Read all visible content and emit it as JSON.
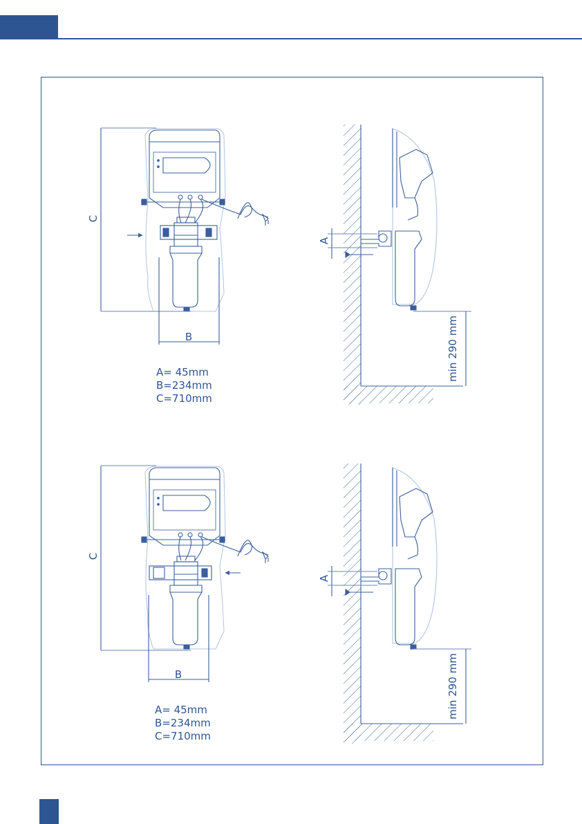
{
  "colors": {
    "accent": "#2d5591",
    "line": "#3a5f9c",
    "faint": "#9fb3d6"
  },
  "diagrams": [
    {
      "front": {
        "label_c": "C",
        "label_b": "B"
      },
      "side": {
        "label_a": "A",
        "clearance": "min  290  mm"
      },
      "legend": {
        "a": "A=  45mm",
        "b": "B=234mm",
        "c": "C=710mm"
      }
    },
    {
      "front": {
        "label_c": "C",
        "label_b": "B"
      },
      "side": {
        "label_a": "A",
        "clearance": "min  290  mm"
      },
      "legend": {
        "a": "A=  45mm",
        "b": "B=234mm",
        "c": "C=710mm"
      }
    }
  ]
}
